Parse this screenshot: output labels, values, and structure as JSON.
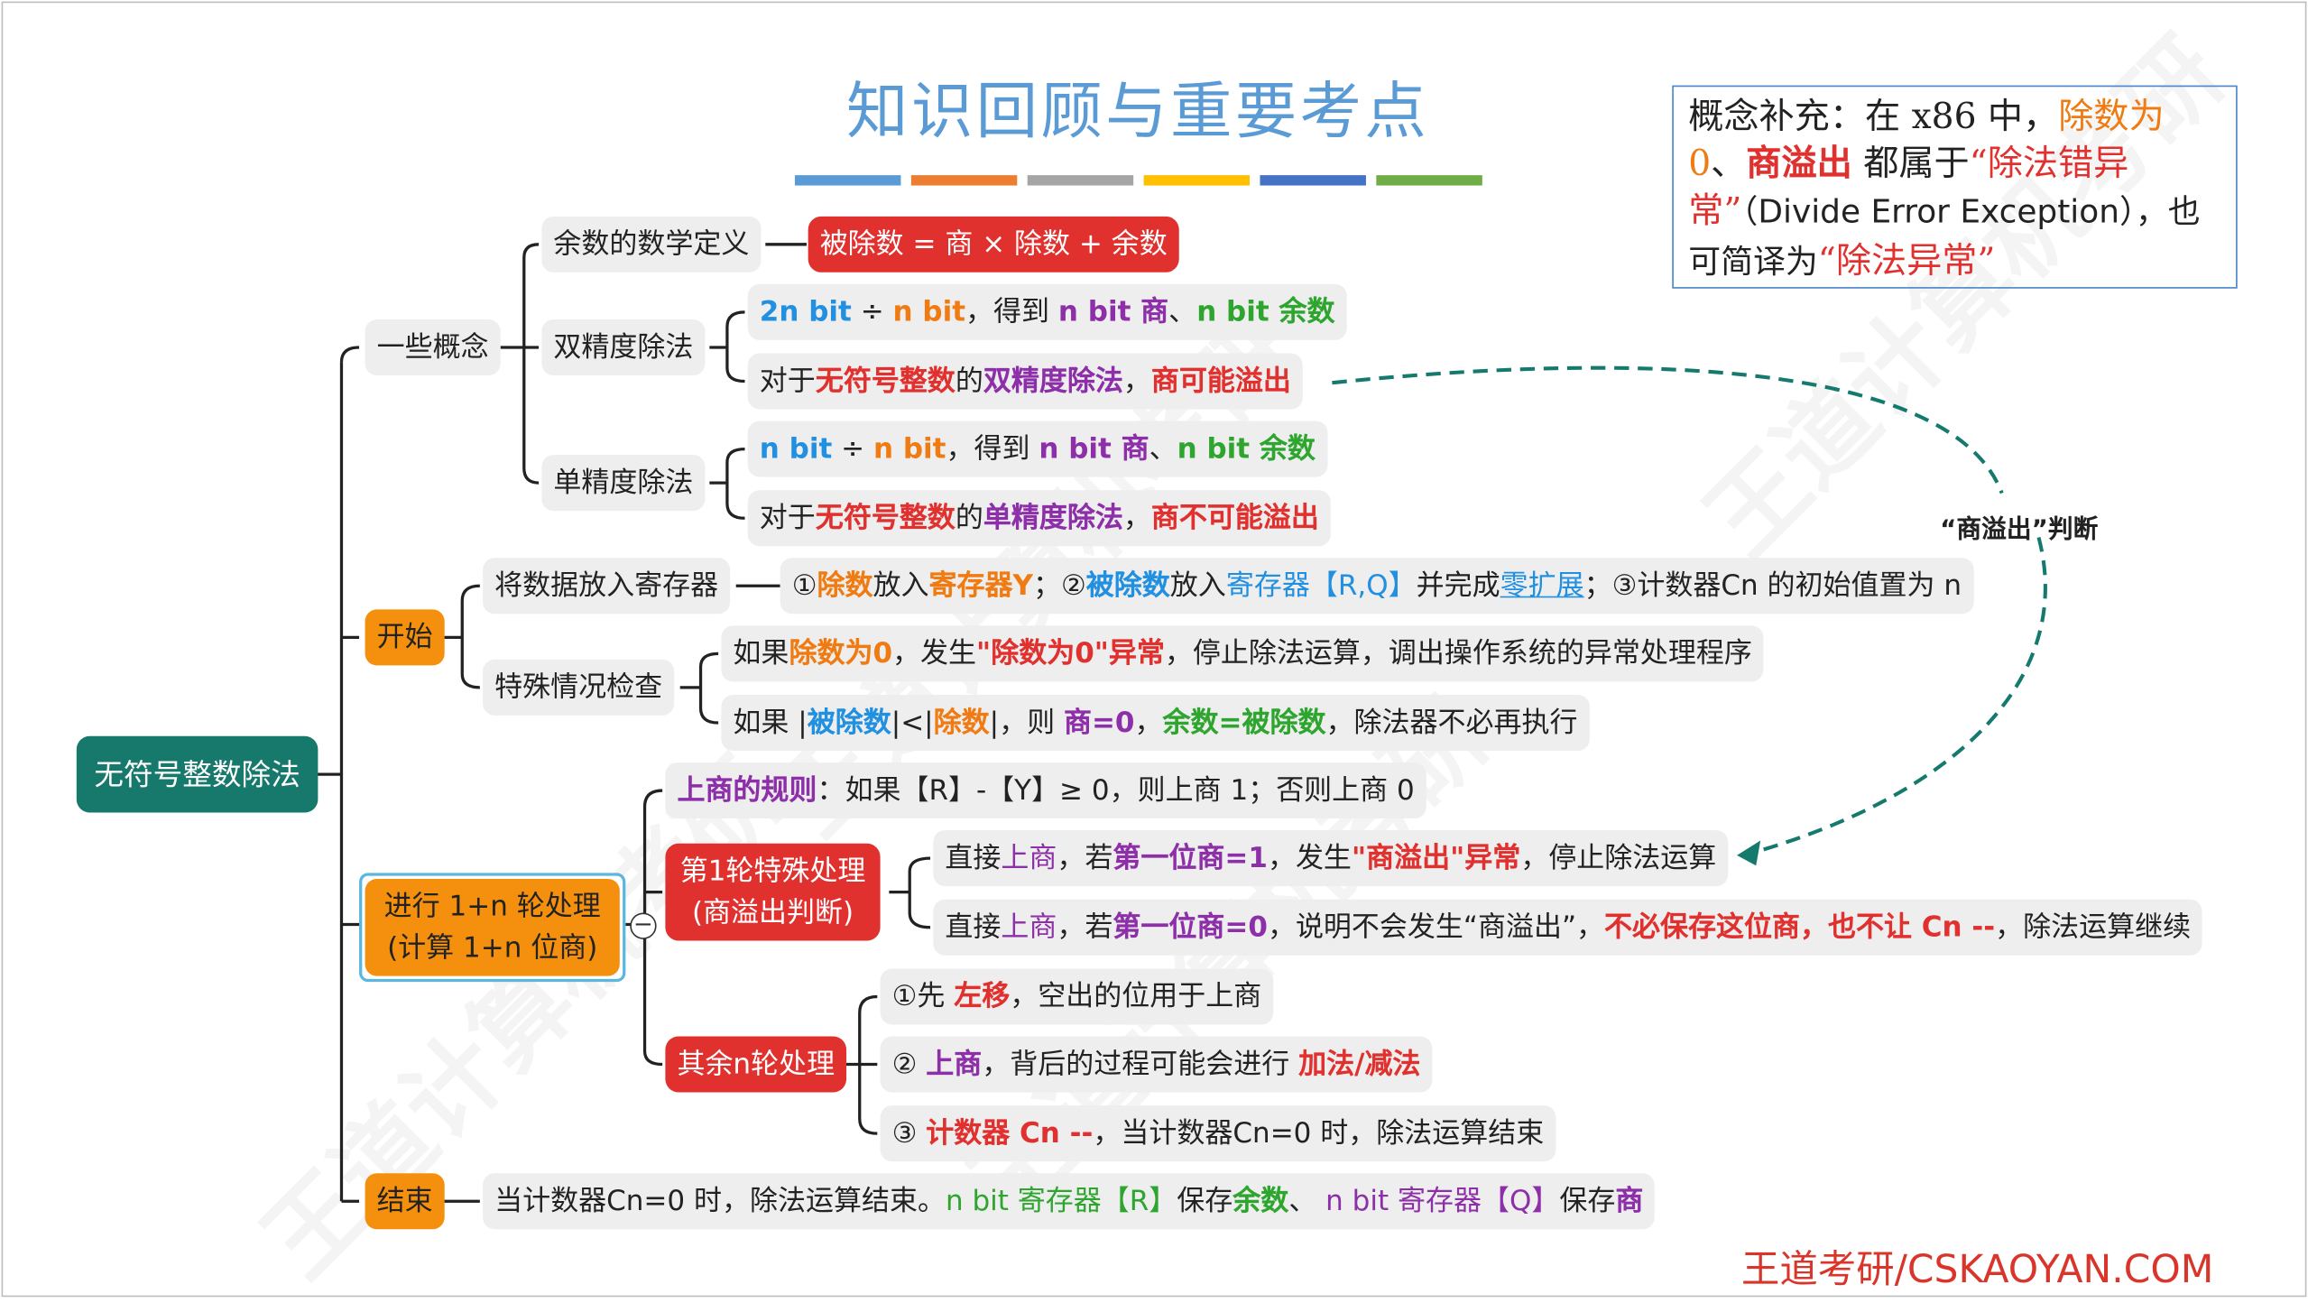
{
  "title": "知识回顾与重要考点",
  "stripe_colors": [
    "#5b9bd5",
    "#ed7d31",
    "#a5a5a5",
    "#ffc000",
    "#4472c4",
    "#70ad47"
  ],
  "note": {
    "t1": "概念补充：在 x86 中，",
    "t2": "除数为0",
    "t3": "、",
    "t4": "商溢出",
    "t5": " 都属于",
    "t6": "“除法错异常”",
    "t7": "（Divide Error Exception），也可简译为",
    "t8": "“除法异常”"
  },
  "side_label": "“商溢出”判断",
  "brand": "王道考研/CSKAOYAN.COM",
  "watermark": "王道计算机考研",
  "root": "无符号整数除法",
  "concepts": {
    "label": "一些概念",
    "remainder": {
      "label": "余数的数学定义",
      "formula": "被除数 = 商 × 除数 + 余数"
    },
    "double": {
      "label": "双精度除法",
      "l1": [
        "2n bit",
        " ÷ ",
        "n bit",
        "，得到 ",
        "n bit 商",
        "、",
        "n bit 余数"
      ],
      "l2": [
        "对于",
        "无符号整数",
        "的",
        "双精度除法",
        "，",
        "商可能溢出"
      ]
    },
    "single": {
      "label": "单精度除法",
      "l1": [
        "n bit",
        " ÷ ",
        "n bit",
        "，得到 ",
        "n bit 商",
        "、",
        "n bit 余数"
      ],
      "l2": [
        "对于",
        "无符号整数",
        "的",
        "单精度除法",
        "，",
        "商不可能溢出"
      ]
    }
  },
  "start": {
    "label": "开始",
    "load": {
      "label": "将数据放入寄存器",
      "detail": [
        "①",
        "除数",
        "放入",
        "寄存器Y",
        "；②",
        "被除数",
        "放入",
        "寄存器【R,Q】",
        "并完成",
        "零扩展",
        "；③计数器Cn 的初始值置为 n"
      ]
    },
    "check": {
      "label": "特殊情况检查",
      "l1": [
        "如果",
        "除数为0",
        "，发生",
        "\"除数为0\"异常",
        "，停止除法运算，调出操作系统的异常处理程序"
      ],
      "l2": [
        "如果 |",
        "被除数",
        "|<|",
        "除数",
        "|，则 ",
        "商=0",
        "，",
        "余数=被除数",
        "，除法器不必再执行"
      ]
    }
  },
  "rounds": {
    "label1": "进行 1+n 轮处理",
    "label2": "(计算 1+n 位商)",
    "collapse": "−",
    "rule": [
      "上商的规则",
      "：如果【R】-【Y】≥ 0，则上商 1；否则上商 0"
    ],
    "first": {
      "label1": "第1轮特殊处理",
      "label2": "(商溢出判断)",
      "l1": [
        "直接",
        "上商",
        "，若",
        "第一位商=1",
        "，发生",
        "\"商溢出\"异常",
        "，停止除法运算"
      ],
      "l2": [
        "直接",
        "上商",
        "，若",
        "第一位商=0",
        "，说明不会发生“商溢出”，",
        "不必保存这位商，也不让 Cn --",
        "，除法运算继续"
      ]
    },
    "rest": {
      "label": "其余n轮处理",
      "l1": [
        "①先 ",
        "左移",
        "，空出的位用于上商"
      ],
      "l2": [
        "② ",
        "上商",
        "，背后的过程可能会进行 ",
        "加法/减法"
      ],
      "l3": [
        "③ ",
        "计数器 Cn --",
        "，当计数器Cn=0 时，除法运算结束"
      ]
    }
  },
  "end": {
    "label": "结束",
    "detail": [
      "当计数器Cn=0 时，除法运算结束。",
      "n bit 寄存器【R】",
      "保存",
      "余数",
      "、 ",
      "n bit 寄存器【Q】",
      "保存",
      "商"
    ]
  }
}
